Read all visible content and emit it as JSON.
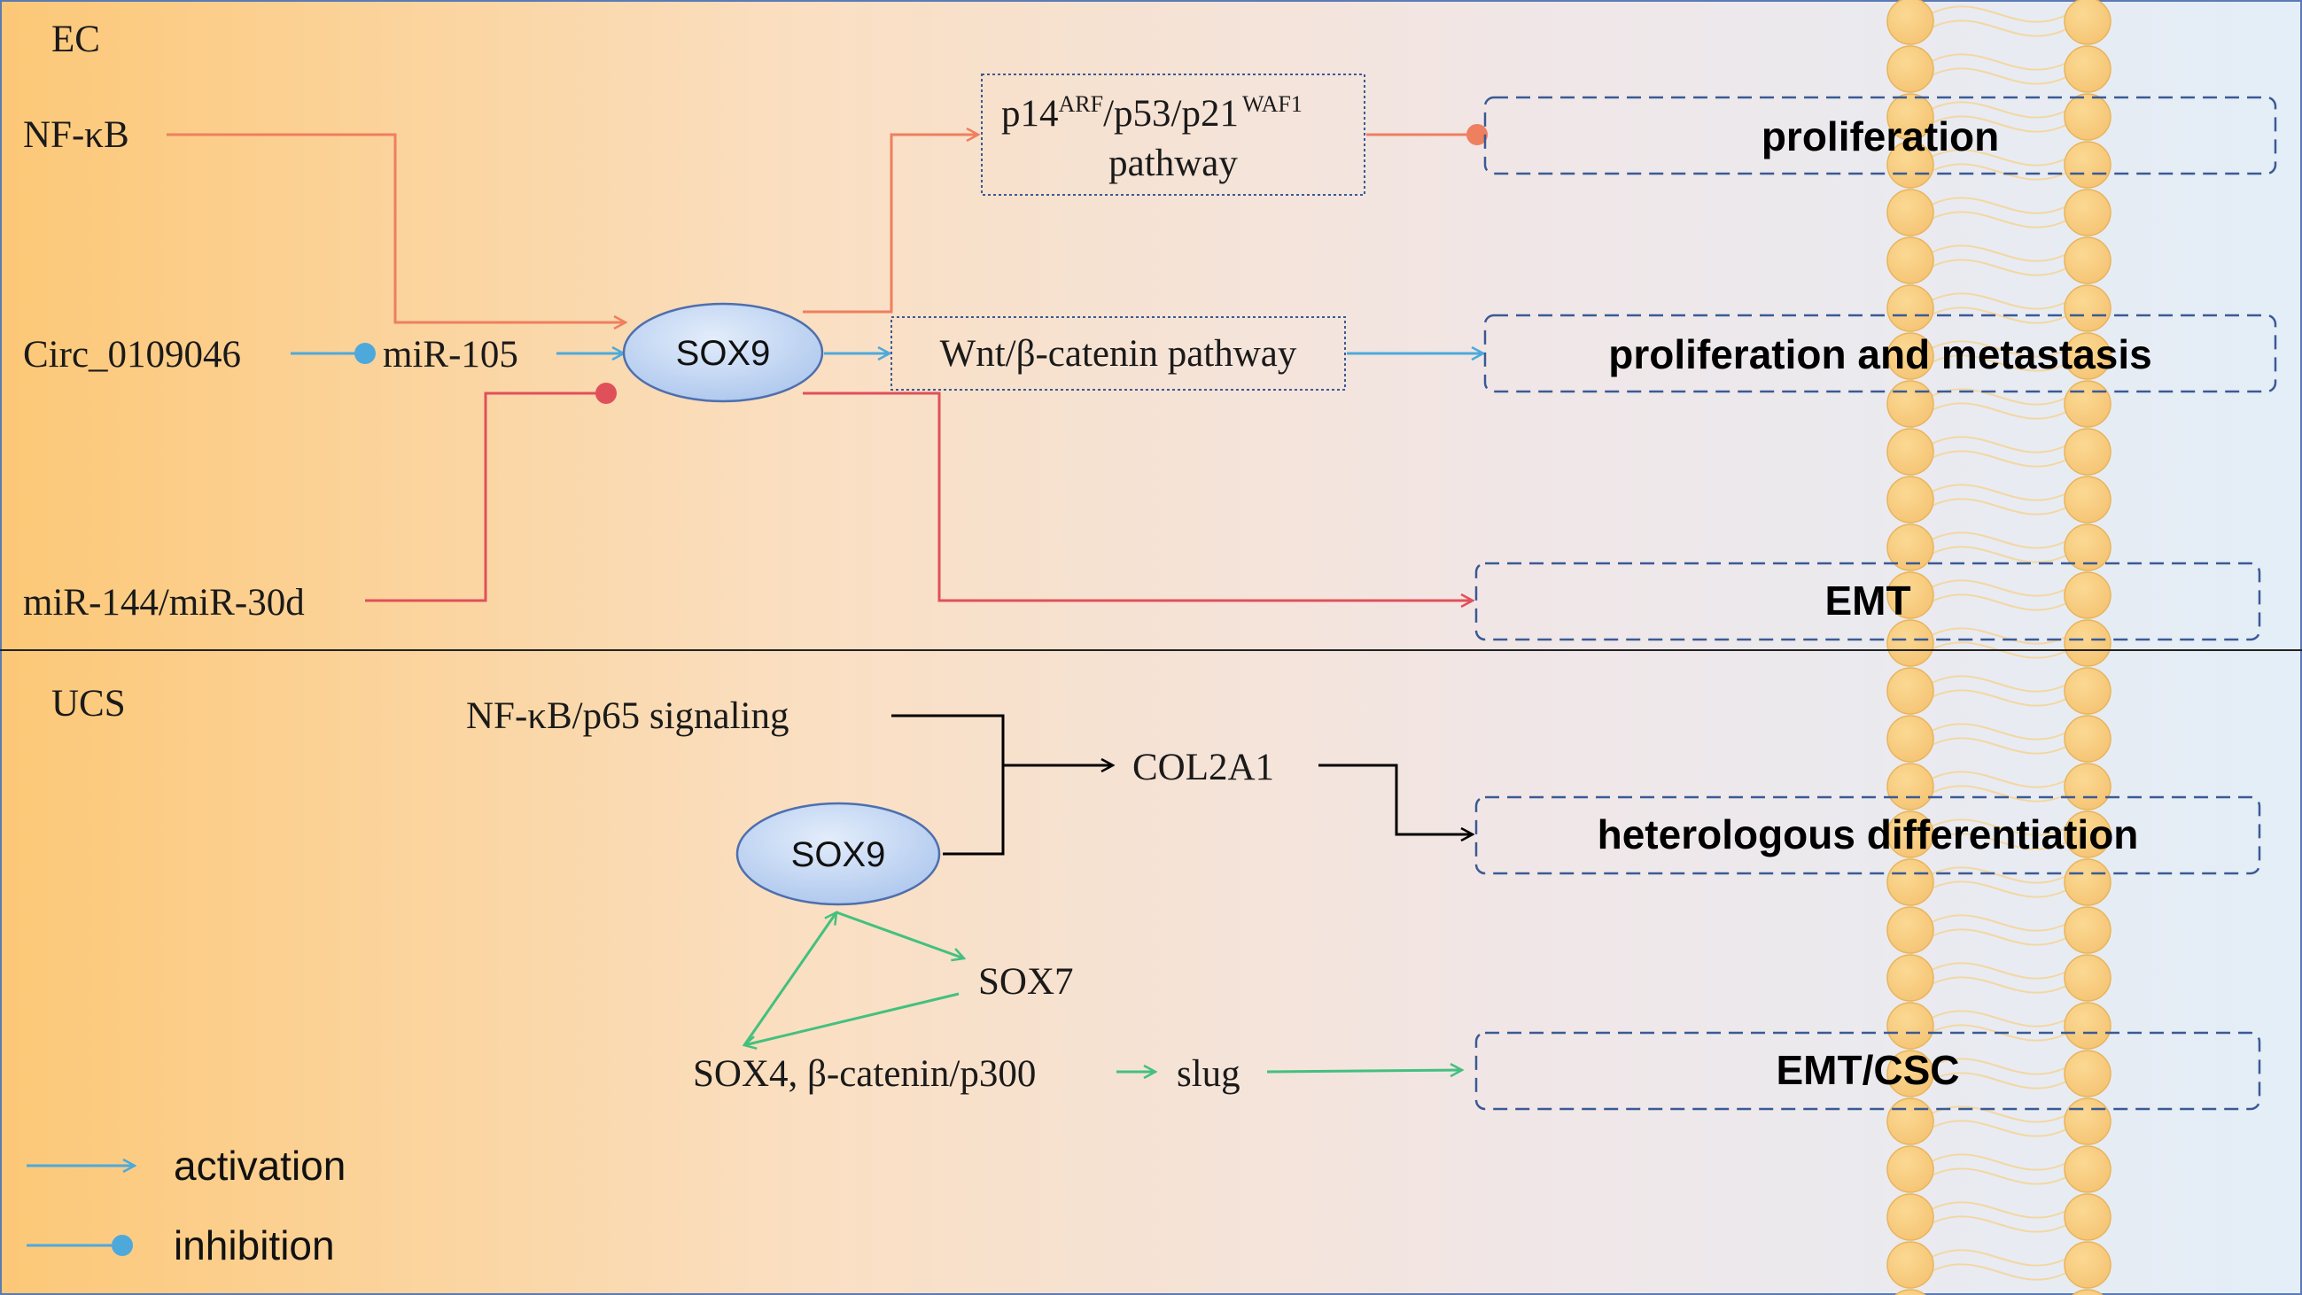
{
  "sections": {
    "top_label": "EC",
    "bottom_label": "UCS"
  },
  "ec": {
    "inputs": {
      "nfkb": "NF-κB",
      "circ": "Circ_0109046",
      "mir105": "miR-105",
      "mir144": "miR-144/miR-30d"
    },
    "sox9": "SOX9",
    "p14_pathway": {
      "line1_p14": "p14",
      "line1_arf": "ARF",
      "line1_p53": "/p53/p21",
      "line1_waf1": "WAF1",
      "line2": "pathway"
    },
    "wnt_pathway": "Wnt/β-catenin  pathway",
    "outcomes": {
      "proliferation": "proliferation",
      "prolif_metastasis": "proliferation and metastasis",
      "emt": "EMT"
    }
  },
  "ucs": {
    "nfkb_signaling": "NF-κB/p65  signaling",
    "col2a1": "COL2A1",
    "sox9": "SOX9",
    "sox7": "SOX7",
    "sox4": "SOX4, β-catenin/p300",
    "slug": "slug",
    "outcomes": {
      "hetero": "heterologous differentiation",
      "emt_csc": "EMT/CSC"
    }
  },
  "legend": {
    "activation": "activation",
    "inhibition": "inhibition"
  },
  "colors": {
    "orange_arrow": "#ee7f5f",
    "blue_arrow": "#4da9dc",
    "red_arrow": "#e0505a",
    "green_arrow": "#43c07f",
    "black_arrow": "#000000",
    "box_border": "#3a5a95",
    "sox9_fill": "#c7d9f5",
    "membrane_bead": "#f7cc80"
  }
}
